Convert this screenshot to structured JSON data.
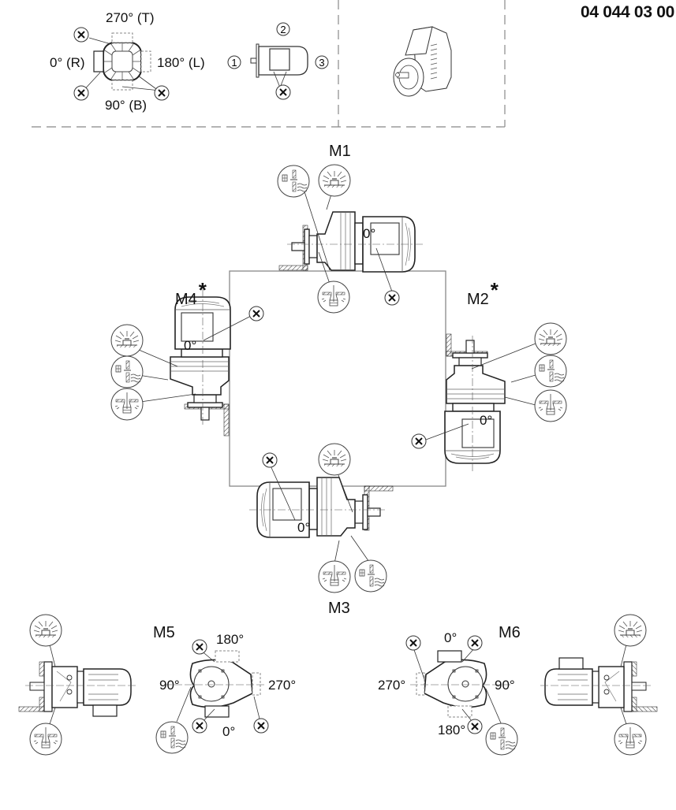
{
  "document": {
    "number": "04 044 03 00"
  },
  "legend": {
    "terminal_box_positions": {
      "top": "270° (T)",
      "left": "0° (R)",
      "right": "180° (L)",
      "bottom": "90° (B)"
    },
    "cable_entry_positions": [
      "1",
      "2",
      "3"
    ],
    "vent_marker": "X"
  },
  "mounting_positions": [
    {
      "id": "M1",
      "label": "M1",
      "asterisk": false,
      "terminal_box": "0°"
    },
    {
      "id": "M2",
      "label": "M2",
      "asterisk": true,
      "terminal_box": "0°"
    },
    {
      "id": "M3",
      "label": "M3",
      "asterisk": false,
      "terminal_box": "0°"
    },
    {
      "id": "M4",
      "label": "M4",
      "asterisk": true,
      "terminal_box": "0°"
    },
    {
      "id": "M5",
      "label": "M5",
      "asterisk": false,
      "angles": {
        "top": "180°",
        "left": "90°",
        "right": "270°",
        "bottom": "0°"
      }
    },
    {
      "id": "M6",
      "label": "M6",
      "asterisk": false,
      "angles": {
        "top": "0°",
        "left": "270°",
        "right": "90°",
        "bottom": "180°"
      }
    }
  ],
  "symbols": {
    "asterisk": "*",
    "vent": "X",
    "icons": [
      "vent-plug-icon",
      "oil-level-icon",
      "drain-plug-icon"
    ]
  }
}
